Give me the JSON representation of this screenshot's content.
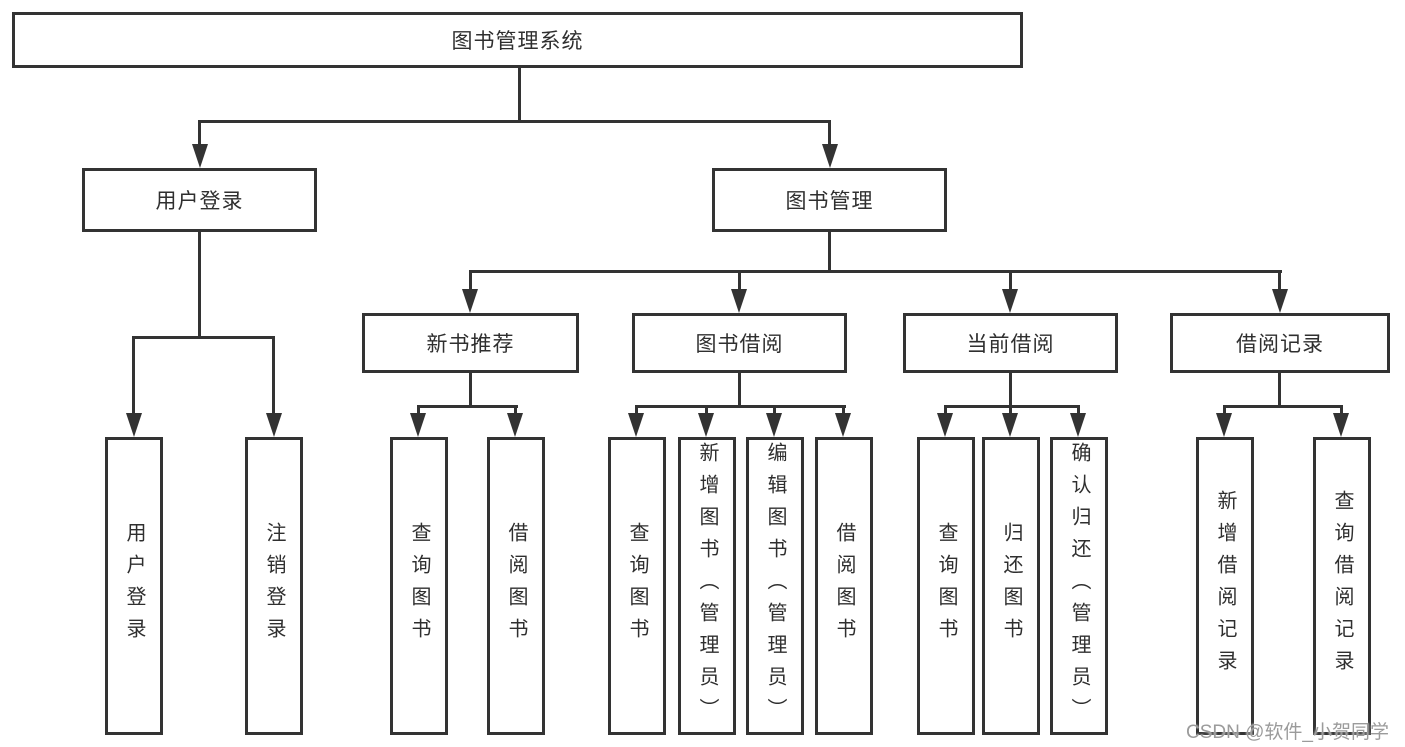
{
  "diagram": {
    "title": "图书管理系统",
    "level2": [
      {
        "label": "用户登录"
      },
      {
        "label": "图书管理"
      }
    ],
    "level3": [
      {
        "label": "新书推荐"
      },
      {
        "label": "图书借阅"
      },
      {
        "label": "当前借阅"
      },
      {
        "label": "借阅记录"
      }
    ],
    "leaves": {
      "user": [
        "用户登录",
        "注销登录"
      ],
      "newbook": [
        "查询图书",
        "借阅图书"
      ],
      "borrow": [
        "查询图书",
        "新增图书（管理员）",
        "编辑图书（管理员）",
        "借阅图书"
      ],
      "current": [
        "查询图书",
        "归还图书",
        "确认归还（管理员）"
      ],
      "records": [
        "新增借阅记录",
        "查询借阅记录"
      ]
    }
  },
  "watermark": {
    "text": "CSDN @软件_小贺同学"
  },
  "colors": {
    "line": "#333333",
    "box_border": "#333333",
    "box_fill": "#ffffff",
    "text": "#2f2f2f",
    "watermark": "#9b9b9b",
    "background": "#ffffff"
  }
}
